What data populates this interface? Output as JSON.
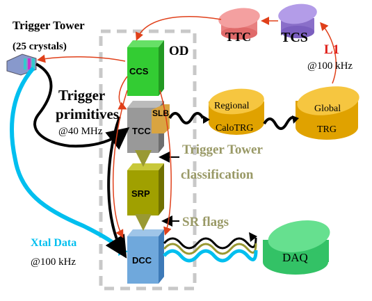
{
  "labels": {
    "trigger_tower": "Trigger Tower",
    "crystals": "(25 crystals)",
    "od": "OD",
    "ttc": "TTC",
    "tcs": "TCS",
    "l1": "L1",
    "l1_rate": "@100 kHz",
    "ccs": "CCS",
    "trigger_primitives_1": "Trigger",
    "trigger_primitives_2": "primitives",
    "tp_rate": "@40 MHz",
    "tcc": "TCC",
    "slb": "SLB",
    "regional_1": "Regional",
    "regional_2": "CaloTRG",
    "global_1": "Global",
    "global_2": "TRG",
    "tt_class_1": "Trigger Tower",
    "tt_class_2": "classification",
    "srp": "SRP",
    "sr_flags": "SR flags",
    "xtal_data": "Xtal Data",
    "xtal_rate": "@100 kHz",
    "dcc": "DCC",
    "daq": "DAQ"
  },
  "colors": {
    "ccs": "#33cc33",
    "tcc": "#999999",
    "slb": "#d9a441",
    "srp": "#a0a000",
    "dcc": "#6fa8dc",
    "ttc": "#f08080",
    "tcs": "#9b7fd4",
    "trg": "#f0b400",
    "daq": "#3fd06f",
    "xtal": "#00bfef",
    "olive_text": "#999966",
    "red_arrow": "#e0401a",
    "l1_red": "#e0201a"
  }
}
